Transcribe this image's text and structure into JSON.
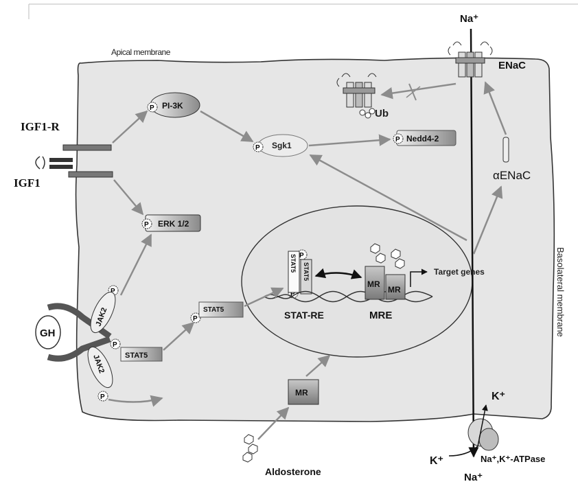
{
  "labels": {
    "na_top": "Na⁺",
    "enac": "ENaC",
    "apical": "Apical membrane",
    "basolateral": "Basolateral membrane",
    "igf1r": "IGF1-R",
    "igf1": "IGF1",
    "pi3k": "PI-3K",
    "sgk1": "Sgk1",
    "nedd": "Nedd4-2",
    "ub": "Ub",
    "alpha_enac": "αENaC",
    "erk": "ERK 1/2",
    "gh": "GH",
    "jak2_a": "JAK2",
    "jak2_b": "JAK2",
    "stat5_a": "STAT5",
    "stat5_b": "STAT5",
    "stat5_c": "STAT5",
    "stat5_d": "STAT5",
    "stat_re": "STAT-RE",
    "mre": "MRE",
    "mr_a": "MR",
    "mr_b": "MR",
    "mr_c": "MR",
    "target": "Target genes",
    "k_right": "K⁺",
    "k_bottom": "K⁺",
    "na_bottom": "Na⁺",
    "atpase": "Na⁺,K⁺-ATPase",
    "aldo": "Aldosterone",
    "p": "P"
  },
  "colors": {
    "cell_fill": "#e6e6e6",
    "cell_stroke": "#333333",
    "arrow": "#8c8c8c",
    "dark": "#222222"
  }
}
